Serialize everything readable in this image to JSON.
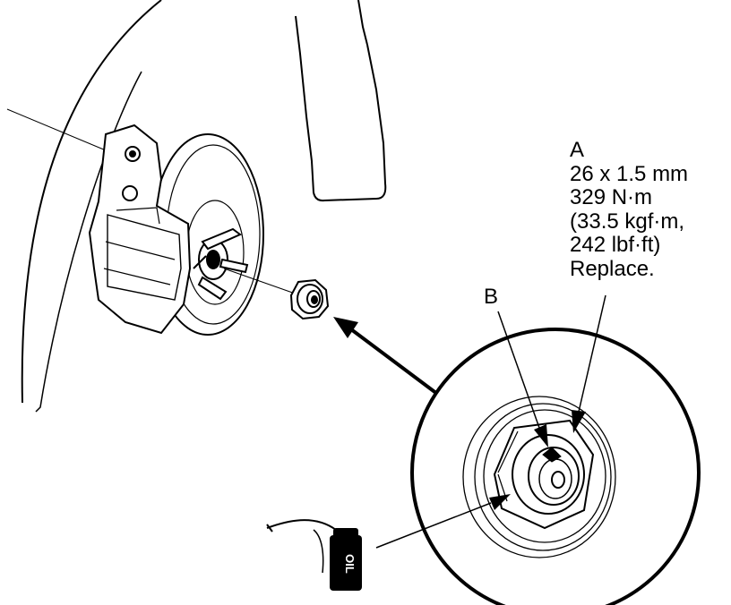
{
  "callout_a": {
    "letter": "A",
    "size": "26 x 1.5 mm",
    "torque_nm": "329 N·m",
    "torque_kgf": "(33.5 kgf·m,",
    "torque_lbf": "242 lbf·ft)",
    "note": "Replace."
  },
  "callout_b": {
    "letter": "B"
  },
  "oil_can": {
    "label": "OIL"
  }
}
